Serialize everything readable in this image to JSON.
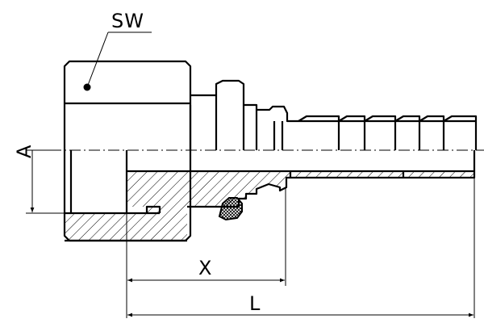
{
  "labels": {
    "sw": "SW",
    "a": "A",
    "x": "X",
    "l": "L"
  },
  "colors": {
    "line": "#000000",
    "background": "#ffffff"
  }
}
